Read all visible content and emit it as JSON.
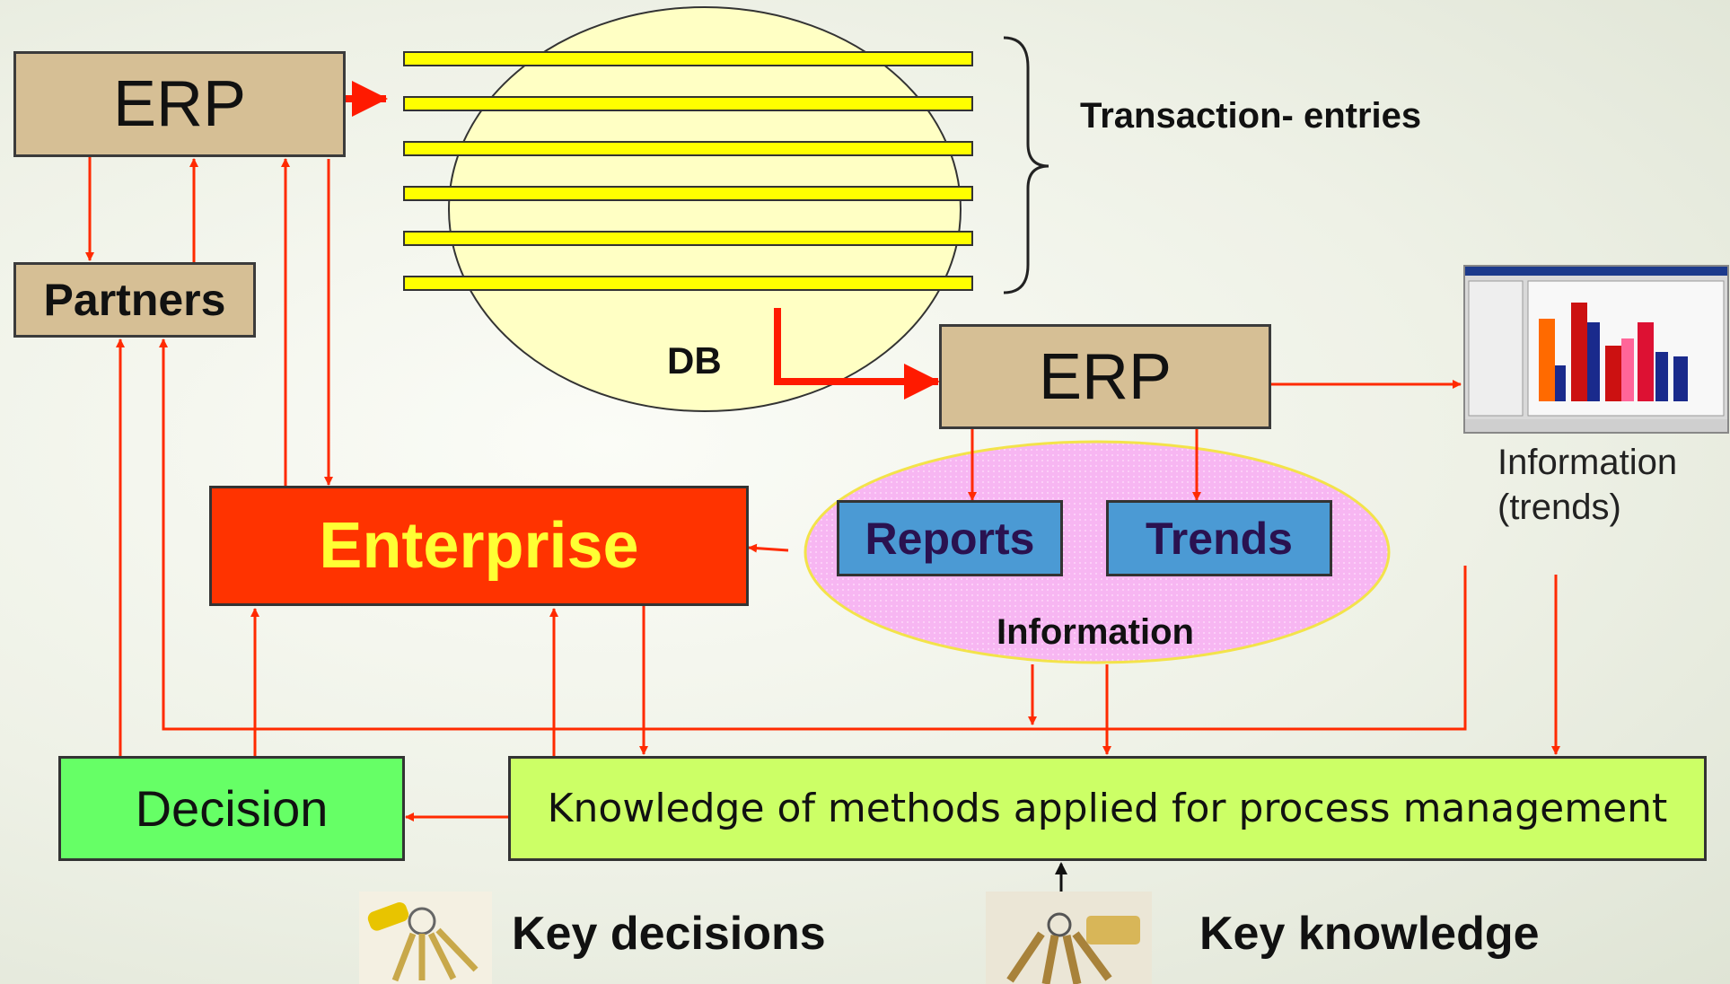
{
  "erp_top": "ERP",
  "erp_mid": "ERP",
  "partners": "Partners",
  "db_label": "DB",
  "transaction_label": "Transaction- entries",
  "enterprise": "Enterprise",
  "reports": "Reports",
  "trends": "Trends",
  "information": "Information",
  "info_trends_line1": "Information",
  "info_trends_line2": "(trends)",
  "decision": "Decision",
  "knowledge": "Knowledge of methods applied for process management",
  "key_decisions": "Key decisions",
  "key_knowledge": "Key knowledge",
  "colors": {
    "erp": "#d6bf95",
    "enterprise": "#ff3300",
    "enterprise_text": "#ffff33",
    "decision": "#66ff66",
    "knowledge": "#ccff66",
    "reports_trends": "#4b9ad4",
    "info_ellipse": "#f7b6f2",
    "db_ellipse": "#ffffc4",
    "db_stripes": "#ffff00",
    "arrows": "#ff2a00"
  }
}
